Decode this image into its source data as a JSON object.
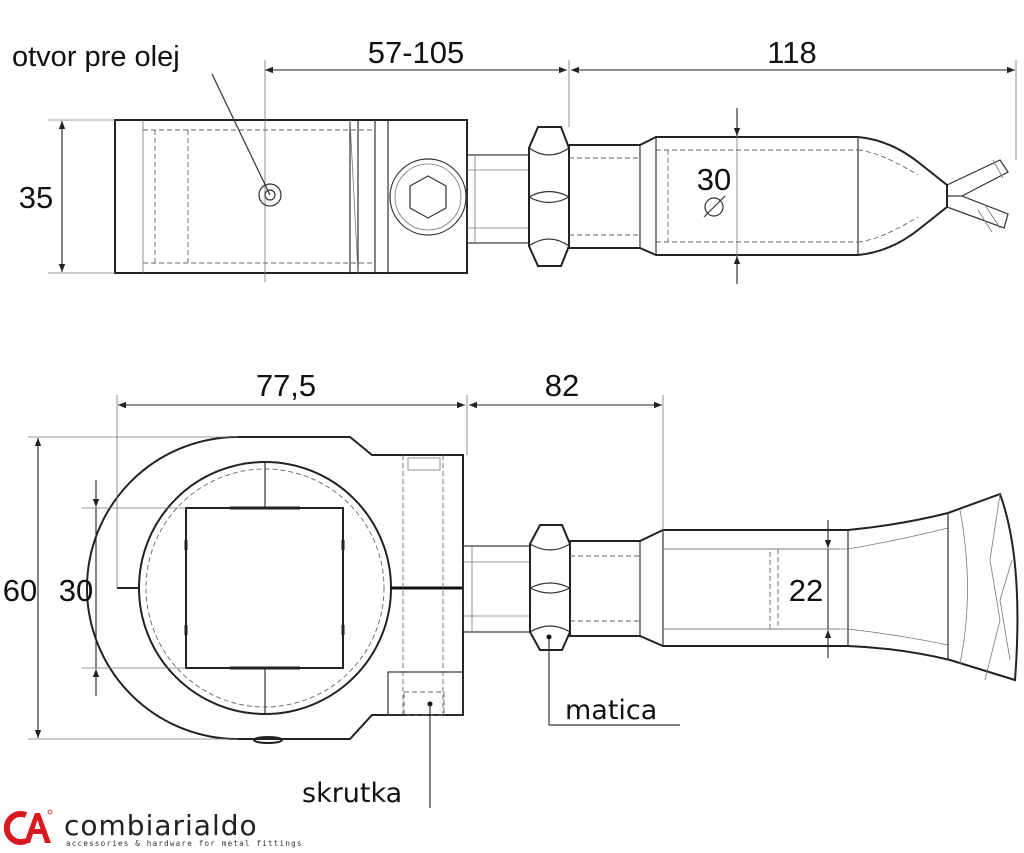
{
  "top_view": {
    "label_oil_hole": "otvor pre olej",
    "dim_total_width": "57-105",
    "dim_handle_length": "118",
    "dim_height": "35",
    "dim_handle_diameter": "30"
  },
  "bottom_view": {
    "dim_body_length": "77,5",
    "dim_handle_length": "82",
    "dim_outer_height": "60",
    "dim_square": "30",
    "dim_handle_diameter": "22",
    "label_nut": "matica",
    "label_screw": "skrutka"
  },
  "logo": {
    "mark": "CA",
    "name": "combiarialdo",
    "tagline": "accessories & hardware for metal fittings",
    "brand_color": "#d71920"
  }
}
